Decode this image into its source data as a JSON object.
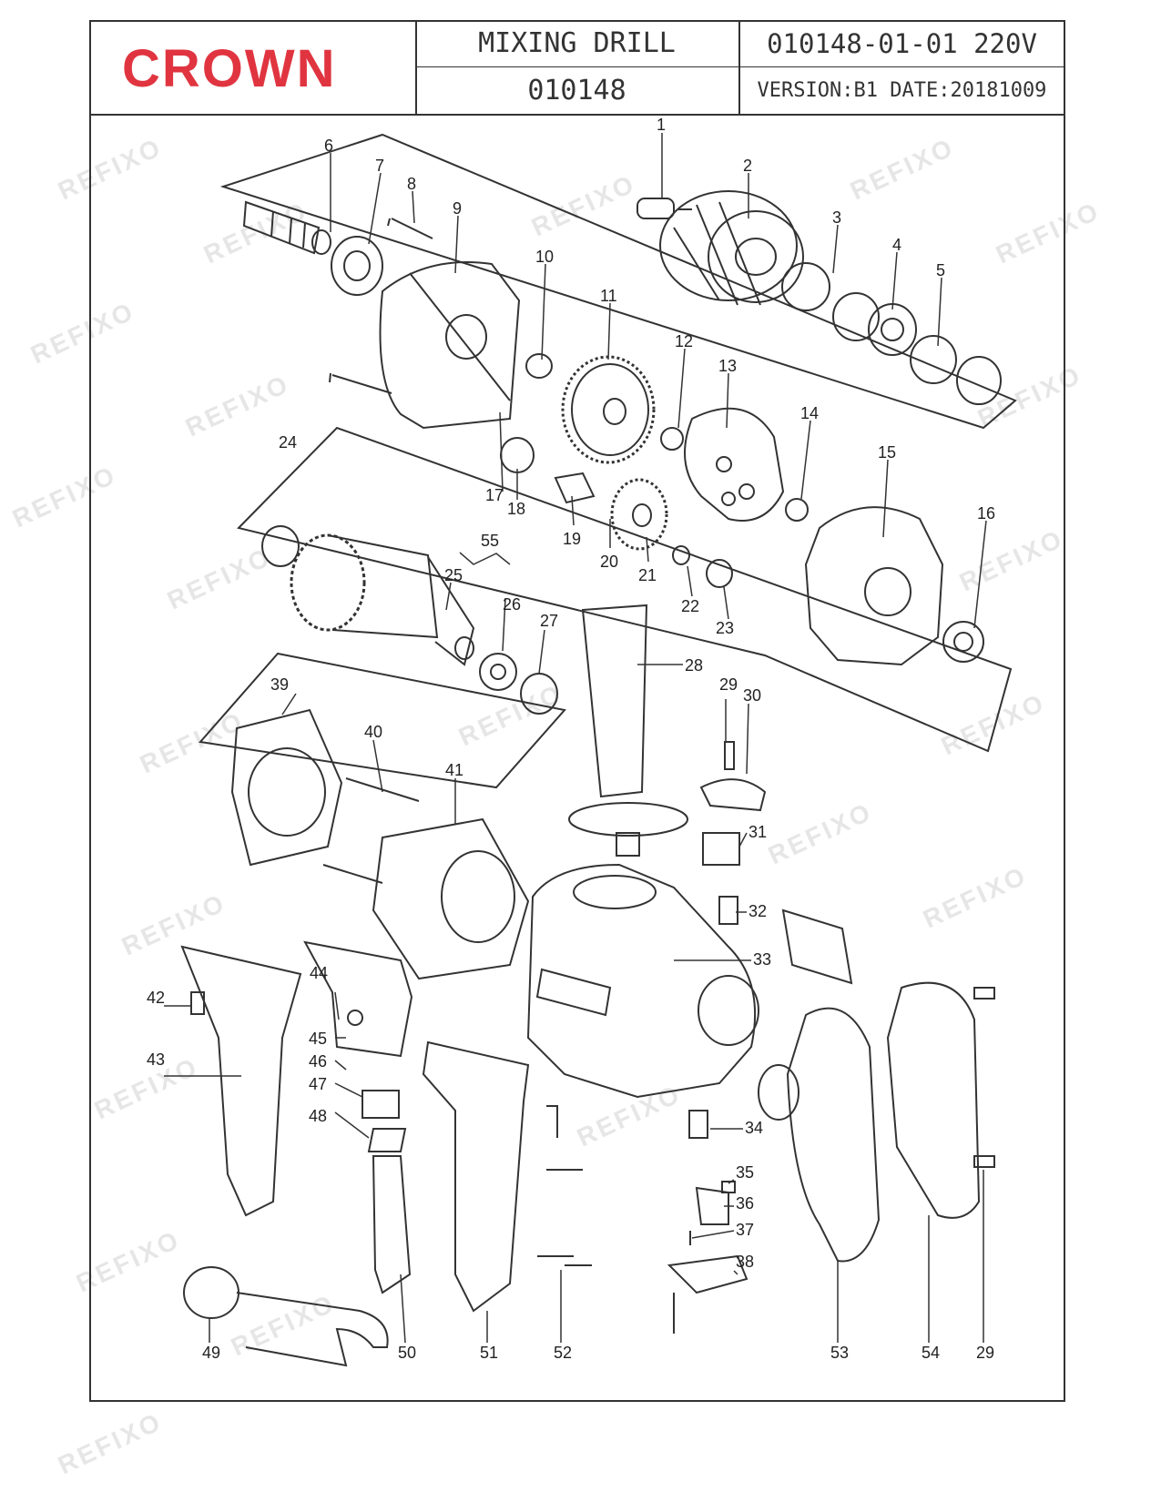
{
  "header": {
    "brand": "CROWN",
    "model_name": "MIXING DRILL",
    "model_number": "010148",
    "code": "010148-01-01  220V",
    "version": "VERSION:B1  DATE:20181009"
  },
  "watermark": "REFIXO",
  "colors": {
    "brand": "#e03540",
    "line": "#333333"
  },
  "parts": [
    "1",
    "2",
    "3",
    "4",
    "5",
    "6",
    "7",
    "8",
    "9",
    "10",
    "11",
    "12",
    "13",
    "14",
    "15",
    "16",
    "17",
    "18",
    "19",
    "20",
    "21",
    "22",
    "23",
    "24",
    "25",
    "26",
    "27",
    "28",
    "29",
    "30",
    "31",
    "32",
    "33",
    "34",
    "35",
    "36",
    "37",
    "38",
    "39",
    "40",
    "41",
    "42",
    "43",
    "44",
    "45",
    "46",
    "47",
    "48",
    "49",
    "50",
    "51",
    "52",
    "53",
    "54",
    "55",
    "29"
  ]
}
